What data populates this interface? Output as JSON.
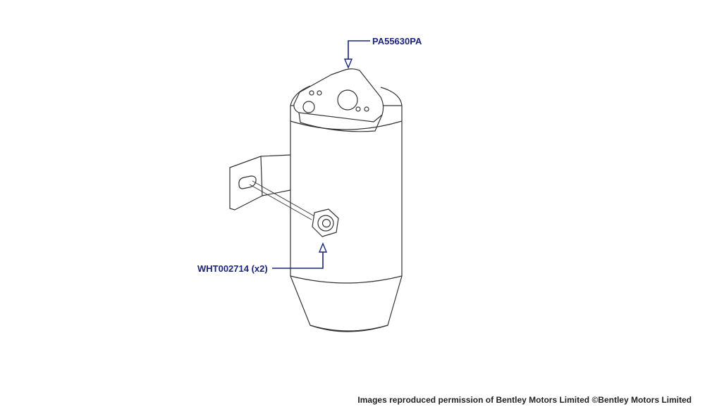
{
  "colors": {
    "callout": "#1a237e",
    "outline": "#333333",
    "fill": "#ffffff"
  },
  "callouts": [
    {
      "id": "receiver-drier",
      "part_number": "PA55630PA"
    },
    {
      "id": "nut",
      "part_number": "WHT002714 (x2)"
    }
  ],
  "footer": {
    "copyright": "Images reproduced permission of Bentley Motors Limited ©Bentley Motors Limited"
  }
}
